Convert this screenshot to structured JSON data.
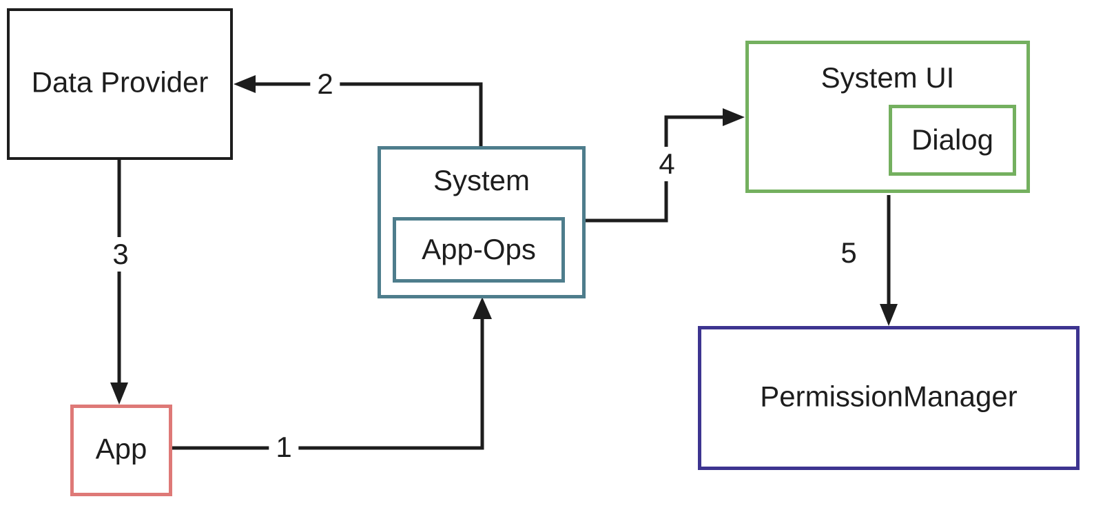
{
  "diagram": {
    "background": "#ffffff",
    "text_color": "#1d1d1d",
    "arrow_color": "#1d1d1d",
    "nodes": {
      "data_provider": {
        "label": "Data Provider",
        "border_color": "#1d1d1d"
      },
      "system": {
        "label": "System",
        "border_color": "#4e7d8c"
      },
      "app_ops": {
        "label": "App-Ops",
        "border_color": "#4e7d8c"
      },
      "system_ui": {
        "label": "System UI",
        "border_color": "#74b05f"
      },
      "dialog": {
        "label": "Dialog",
        "border_color": "#74b05f"
      },
      "app": {
        "label": "App",
        "border_color": "#de7977"
      },
      "permission_manager": {
        "label": "PermissionManager",
        "border_color": "#3d3490"
      }
    },
    "edges": [
      {
        "label": "1",
        "from": "app",
        "to": "system"
      },
      {
        "label": "2",
        "from": "system",
        "to": "data_provider"
      },
      {
        "label": "3",
        "from": "data_provider",
        "to": "app"
      },
      {
        "label": "4",
        "from": "system",
        "to": "system_ui"
      },
      {
        "label": "5",
        "from": "system_ui",
        "to": "permission_manager"
      }
    ]
  }
}
